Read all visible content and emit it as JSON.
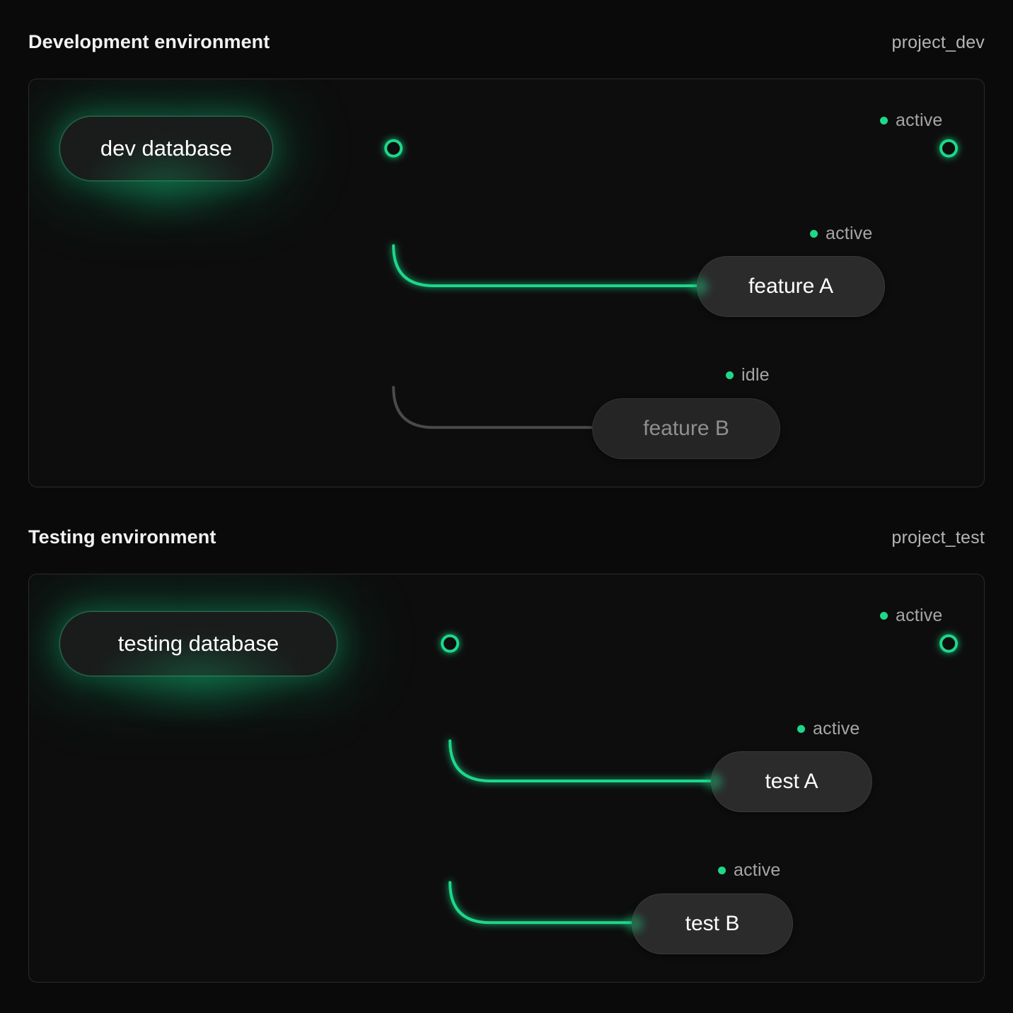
{
  "theme": {
    "background": "#0a0a0a",
    "panel_bg": "#0d0d0d",
    "panel_border": "#2b2b2b",
    "accent_active": "#1ed88a",
    "accent_idle": "#4a4a4a",
    "text_primary": "#f2f2f2",
    "text_muted": "#a6a6a6"
  },
  "sections": [
    {
      "title": "Development environment",
      "project": "project_dev",
      "source": {
        "label": "dev database",
        "status": "active"
      },
      "trunk_status": "active",
      "endpoint": {
        "status": "active",
        "status_label": "active"
      },
      "branches": [
        {
          "label": "feature A",
          "status": "active",
          "status_label": "active"
        },
        {
          "label": "feature B",
          "status": "idle",
          "status_label": "idle"
        }
      ]
    },
    {
      "title": "Testing environment",
      "project": "project_test",
      "source": {
        "label": "testing database",
        "status": "active"
      },
      "trunk_status": "active",
      "endpoint": {
        "status": "active",
        "status_label": "active"
      },
      "branches": [
        {
          "label": "test A",
          "status": "active",
          "status_label": "active"
        },
        {
          "label": "test B",
          "status": "active",
          "status_label": "active"
        }
      ]
    }
  ]
}
